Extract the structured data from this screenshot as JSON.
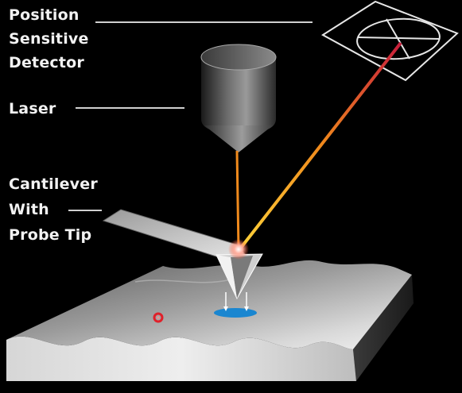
{
  "labels": {
    "detector": [
      "Position",
      "Sensitive",
      "Detector"
    ],
    "laser": "Laser",
    "cantilever": [
      "Cantilever",
      "With",
      "Probe Tip"
    ]
  },
  "colors": {
    "background": "#000000",
    "label_text": "#f2f2f2",
    "laser_incident": "#f08a1c",
    "laser_reflected_start": "#ffd23a",
    "laser_reflected_end": "#c81e3c",
    "sample_spot": "#e0202a",
    "tip_contact": "#1a86d0"
  },
  "icons": {
    "detector": "position-sensitive-detector-icon",
    "laser": "laser-cylinder-icon",
    "cantilever": "cantilever-probe-icon",
    "sample": "sample-surface-icon"
  }
}
